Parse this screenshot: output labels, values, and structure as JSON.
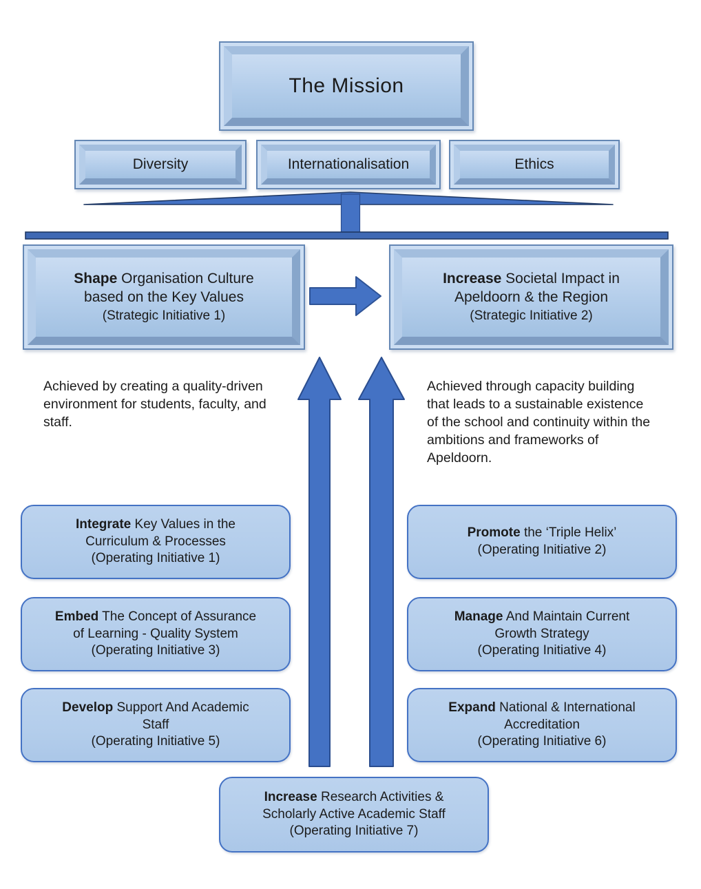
{
  "colors": {
    "accent_fill": "#4472c4",
    "connector_border": "#1f3864",
    "arrow_border": "#2a4d8f",
    "bevel_face_light": "#cadcf2",
    "bevel_face_dark": "#a2c1e2",
    "rounded_box_fill": "#b4cdea",
    "rounded_box_border": "#4472c4",
    "text": "#1b1b1b"
  },
  "mission": {
    "label": "The Mission"
  },
  "values": [
    {
      "label": "Diversity"
    },
    {
      "label": "Internationalisation"
    },
    {
      "label": "Ethics"
    }
  ],
  "strategic": [
    {
      "lead": "Shape",
      "line1": " Organisation Culture",
      "line2": "based on the Key Values",
      "sub": "(Strategic Initiative 1)"
    },
    {
      "lead": "Increase",
      "line1": " Societal Impact in",
      "line2": "Apeldoorn & the Region",
      "sub": "(Strategic Initiative 2)"
    }
  ],
  "notes": {
    "left": "Achieved by creating a quality-driven environment for students, faculty, and staff.",
    "right": "Achieved through capacity building that leads to a sustainable existence of the school and continuity within the ambitions and frameworks of Apeldoorn."
  },
  "operating": [
    {
      "lead": "Integrate",
      "line1": " Key Values in the",
      "line2": "Curriculum & Processes",
      "sub": "(Operating Initiative 1)"
    },
    {
      "lead": "Promote",
      "line1": " the ‘Triple Helix’",
      "sub": "(Operating Initiative 2)"
    },
    {
      "lead": "Embed",
      "line1": " The Concept of Assurance",
      "line2": "of Learning - Quality System",
      "sub": "(Operating Initiative 3)"
    },
    {
      "lead": "Manage",
      "line1": " And Maintain Current",
      "line2": "Growth Strategy",
      "sub": "(Operating Initiative 4)"
    },
    {
      "lead": "Develop",
      "line1": " Support And Academic",
      "line2": "Staff",
      "sub": "(Operating Initiative 5)"
    },
    {
      "lead": "Expand",
      "line1": " National & International",
      "line2": "Accreditation",
      "sub": "(Operating Initiative 6)"
    },
    {
      "lead": "Increase",
      "line1": " Research Activities &",
      "line2": "Scholarly Active Academic Staff",
      "sub": "(Operating Initiative 7)"
    }
  ]
}
